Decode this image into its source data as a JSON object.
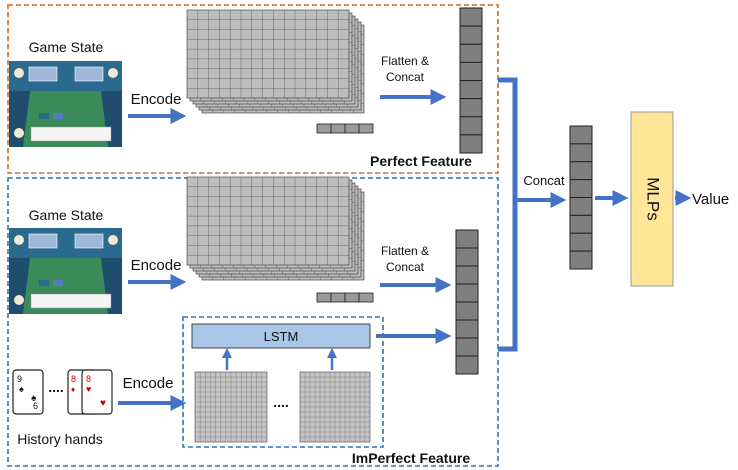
{
  "perfect": {
    "game_state_label": "Game State",
    "encode_label": "Encode",
    "flatten_label_line1": "Flatten &",
    "flatten_label_line2": "Concat",
    "feature_title": "Perfect Feature"
  },
  "imperfect": {
    "game_state_label": "Game State",
    "encode_label": "Encode",
    "flatten_label_line1": "Flatten &",
    "flatten_label_line2": "Concat",
    "lstm_label": "LSTM",
    "ellipsis": "....",
    "history_encode_label": "Encode",
    "history_label": "History hands",
    "cards_ellipsis": "....",
    "feature_title": "ImPerfect Feature",
    "card_ranks": [
      "9",
      "6",
      "8",
      "8"
    ]
  },
  "merge": {
    "concat_label": "Concat",
    "mlp_label": "MLPs",
    "value_label": "Value"
  },
  "colors": {
    "perfect_border": "#d2691e",
    "imperfect_border": "#2e75b6",
    "arrow": "#4472c4",
    "lstm_fill": "#a9c6e8",
    "mlp_fill": "#ffe699",
    "vector_cell": "#7f7f7f",
    "grid_cell": "#9a9a9a"
  }
}
